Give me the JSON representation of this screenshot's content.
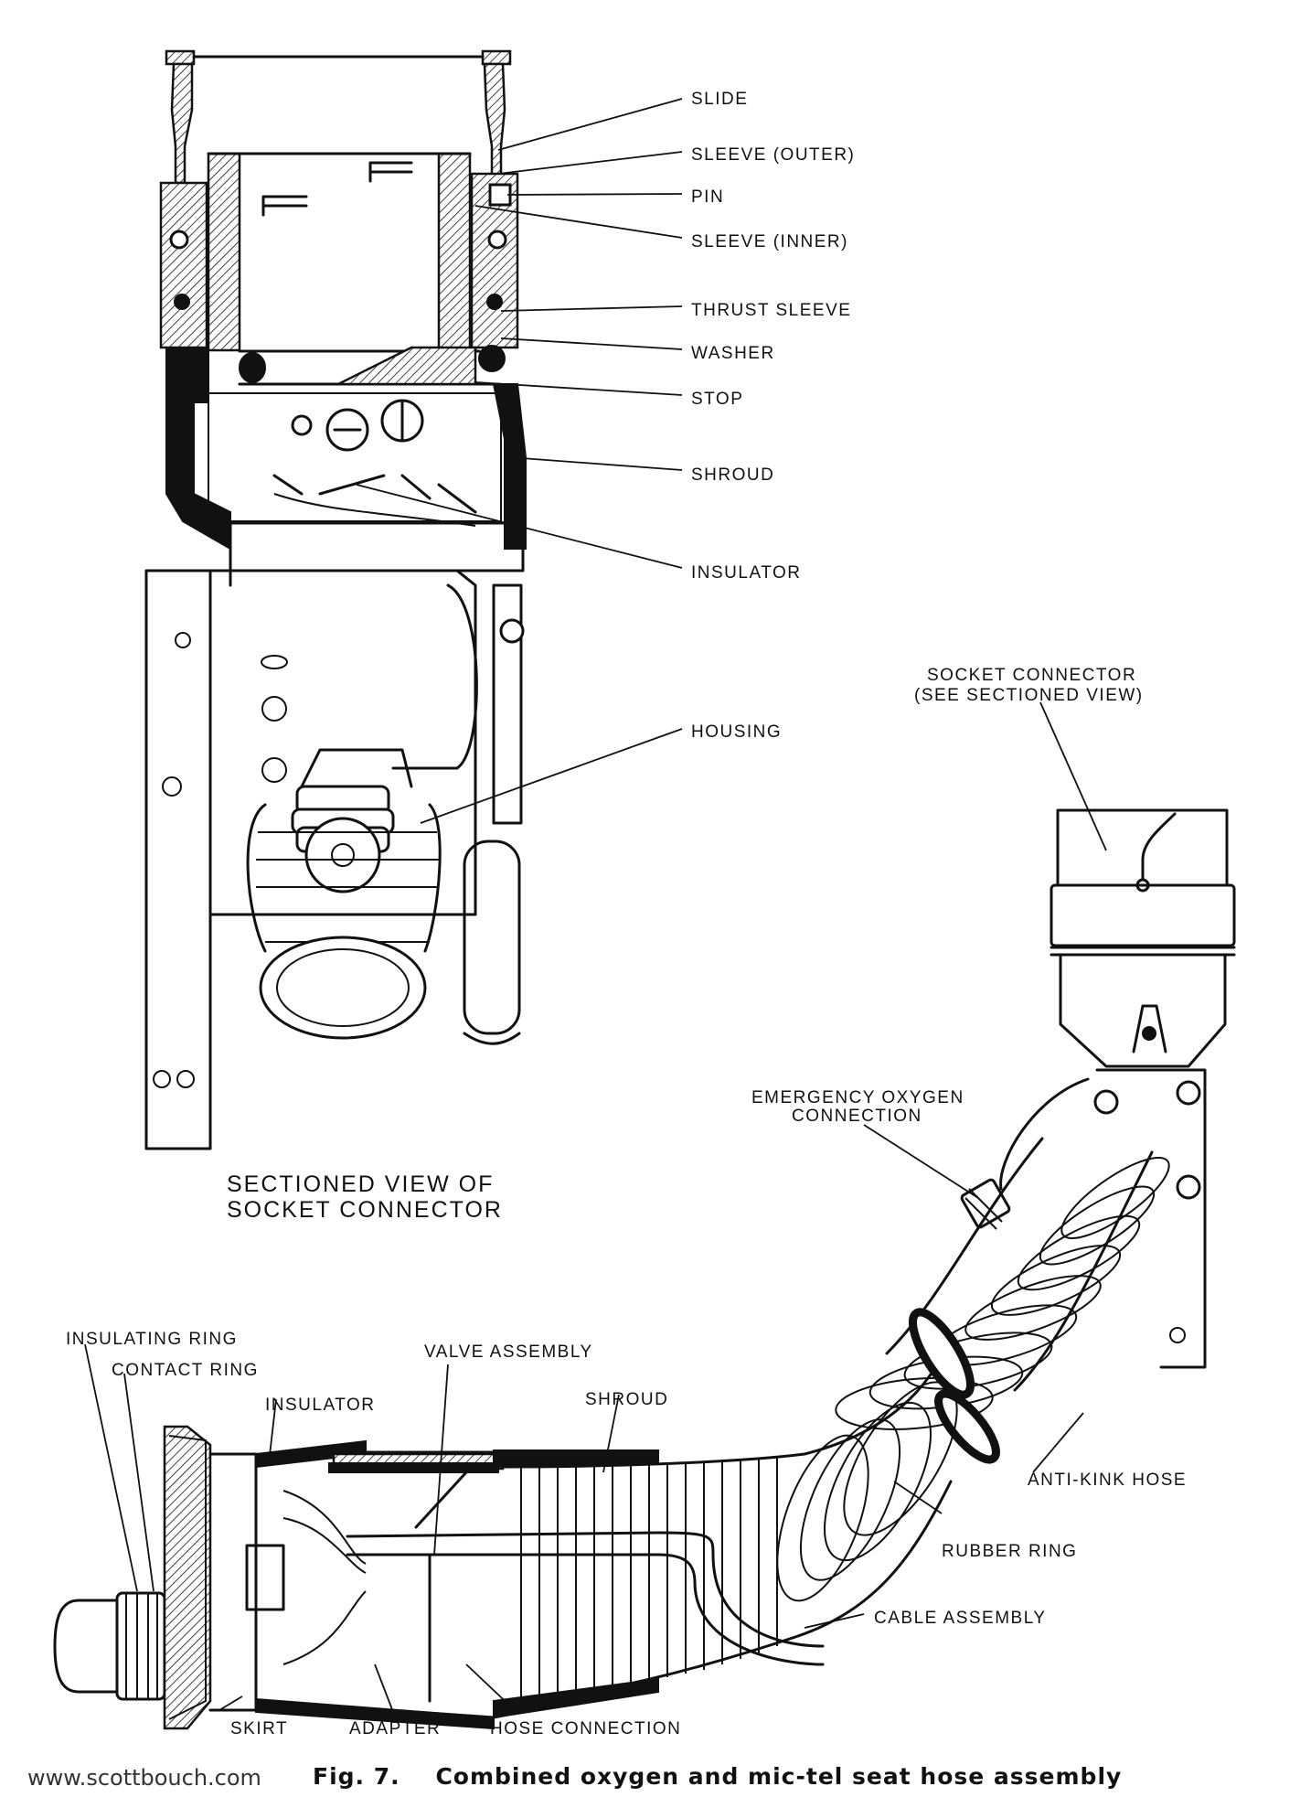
{
  "diagram": {
    "labels": {
      "slide": "SLIDE",
      "sleeve_outer": "SLEEVE (OUTER)",
      "pin": "PIN",
      "sleeve_inner": "SLEEVE (INNER)",
      "thrust_sleeve": "THRUST SLEEVE",
      "washer": "WASHER",
      "stop": "STOP",
      "shroud_top": "SHROUD",
      "insulator_top": "INSULATOR",
      "housing": "HOUSING",
      "socket_connector_1": "SOCKET CONNECTOR",
      "socket_connector_2": "(SEE SECTIONED VIEW)",
      "emergency_1": "EMERGENCY OXYGEN",
      "emergency_2": "CONNECTION",
      "insulating_ring": "INSULATING RING",
      "contact_ring": "CONTACT RING",
      "insulator_bottom": "INSULATOR",
      "valve_assembly": "VALVE ASSEMBLY",
      "shroud_bottom": "SHROUD",
      "anti_kink_hose": "ANTI-KINK HOSE",
      "rubber_ring": "RUBBER RING",
      "cable_assembly": "CABLE ASSEMBLY",
      "skirt": "SKIRT",
      "adapter": "ADAPTER",
      "hose_connection": "HOSE CONNECTION"
    },
    "subtitle_line1": "SECTIONED VIEW OF",
    "subtitle_line2": "SOCKET CONNECTOR",
    "caption": "Fig. 7.    Combined oxygen and mic-tel seat hose assembly",
    "watermark": "www.scottbouch.com"
  }
}
